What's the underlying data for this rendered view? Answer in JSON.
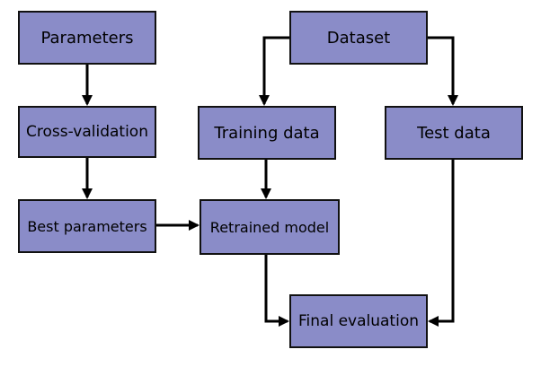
{
  "diagram": {
    "nodes": {
      "parameters": "Parameters",
      "cross_validation": "Cross-validation",
      "best_parameters": "Best parameters",
      "dataset": "Dataset",
      "training_data": "Training data",
      "test_data": "Test data",
      "retrained_model": "Retrained model",
      "final_evaluation": "Final evaluation"
    },
    "edges": [
      {
        "from": "parameters",
        "to": "cross_validation"
      },
      {
        "from": "cross_validation",
        "to": "best_parameters"
      },
      {
        "from": "best_parameters",
        "to": "retrained_model"
      },
      {
        "from": "dataset",
        "to": "training_data"
      },
      {
        "from": "dataset",
        "to": "test_data"
      },
      {
        "from": "training_data",
        "to": "retrained_model"
      },
      {
        "from": "retrained_model",
        "to": "final_evaluation"
      },
      {
        "from": "test_data",
        "to": "final_evaluation"
      }
    ],
    "colors": {
      "node_fill": "#8a8cc8",
      "node_border": "#111111",
      "arrow": "#000000"
    }
  }
}
